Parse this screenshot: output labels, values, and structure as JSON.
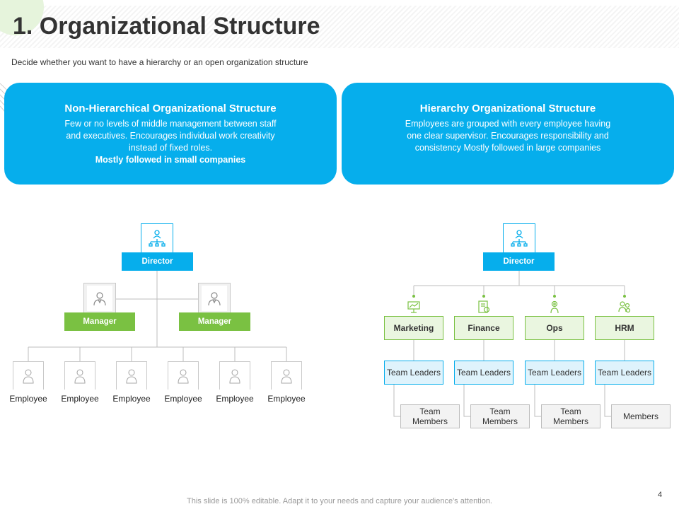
{
  "header": {
    "title": "1. Organizational Structure",
    "subtitle": "Decide whether you want to have a hierarchy or an open organization structure"
  },
  "cards": {
    "left": {
      "title": "Non-Hierarchical Organizational Structure",
      "description": "Few or no levels of middle management between staff and executives. Encourages individual work creativity instead of fixed roles.",
      "emphasis": "Mostly followed in small companies"
    },
    "right": {
      "title": "Hierarchy Organizational Structure",
      "description": "Employees are grouped with every employee having one clear supervisor. Encourages responsibility and consistency Mostly followed in large companies"
    }
  },
  "left_chart": {
    "director": "Director",
    "managers": [
      "Manager",
      "Manager"
    ],
    "employees": [
      "Employee",
      "Employee",
      "Employee",
      "Employee",
      "Employee",
      "Employee"
    ]
  },
  "right_chart": {
    "director": "Director",
    "departments": [
      "Marketing",
      "Finance",
      "Ops",
      "HRM"
    ],
    "team_leaders": [
      "Team Leaders",
      "Team Leaders",
      "Team Leaders",
      "Team Leaders"
    ],
    "members": [
      "Team Members",
      "Team Members",
      "Team Members",
      "Members"
    ]
  },
  "footer": {
    "page_number": "4",
    "note": "This slide is 100% editable. Adapt it to your needs and capture your audience's attention."
  },
  "colors": {
    "accent_blue": "#06aeec",
    "accent_green": "#7ac142",
    "light_green": "#eaf6e0",
    "light_blue": "#dff3fc"
  }
}
